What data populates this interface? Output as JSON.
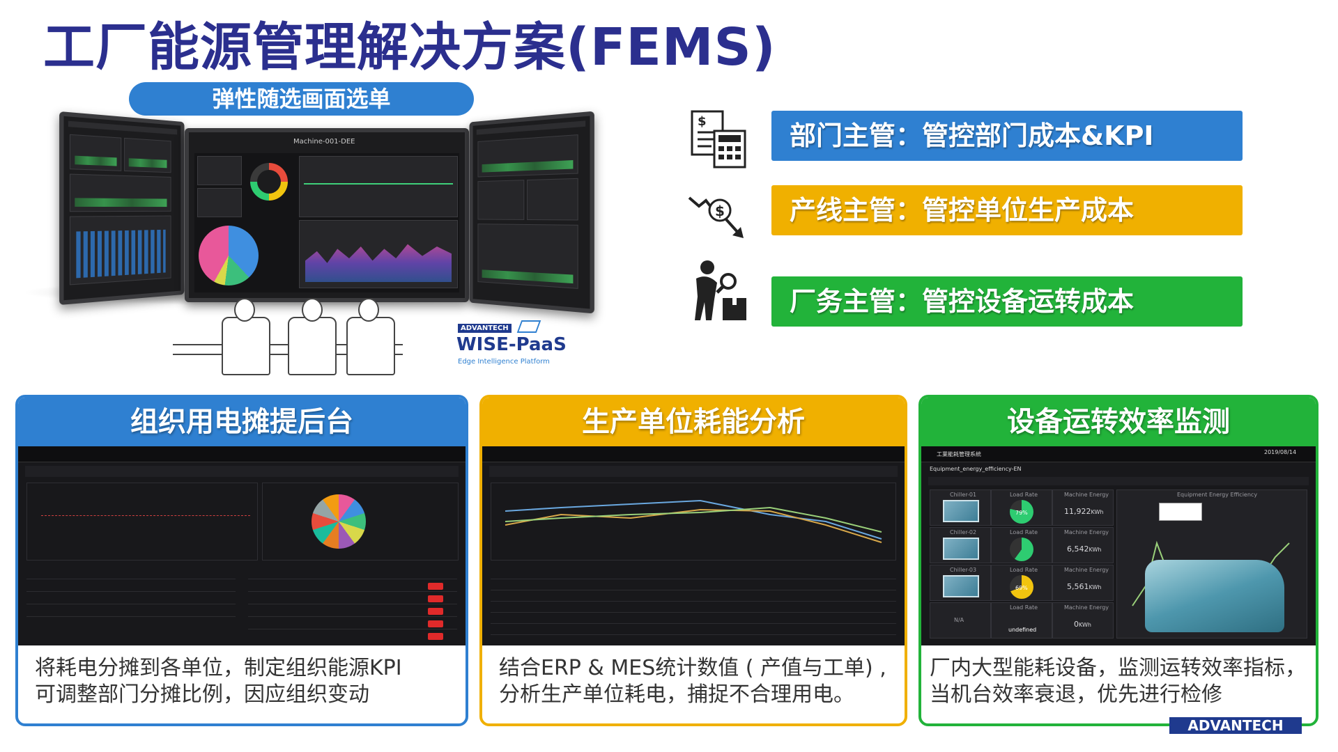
{
  "title": "工厂能源管理解决方案(FEMS)",
  "hero": {
    "pill_label": "弹性随选画面选单",
    "center_monitor_title": "Machine-001-DEE",
    "brand_small": "ADVANTECH",
    "brand_large": "WISE-PaaS",
    "brand_tagline": "Edge Intelligence Platform"
  },
  "roles": [
    {
      "label": "部门主管：管控部门成本&KPI",
      "color": "#2f80d1",
      "icon": "invoice-calculator-icon"
    },
    {
      "label": "产线主管：管控单位生产成本",
      "color": "#f0b000",
      "icon": "cost-down-dollar-icon"
    },
    {
      "label": "厂务主管：管控设备运转成本",
      "color": "#22b33a",
      "icon": "worker-inspect-icon"
    }
  ],
  "panels": [
    {
      "title": "组织用电摊提后台",
      "color": "#2f80d1",
      "desc_lines": [
        "将耗电分摊到各单位，制定组织能源KPI",
        "可调整部门分摊比例，因应组织变动"
      ]
    },
    {
      "title": "生产单位耗能分析",
      "color": "#f0b000",
      "desc_lines": [
        "结合ERP & MES统计数值 ( 产值与工单) ,",
        "分析生产单位耗电，捕捉不合理用电。"
      ]
    },
    {
      "title": "设备运转效率监测",
      "color": "#22b33a",
      "desc_lines": [
        "厂内大型能耗设备，监测运转效率指标，",
        "当机台效率衰退，优先进行检修"
      ]
    }
  ],
  "panel3_shot": {
    "app_name": "工業能耗管理系統",
    "date": "2019/08/14",
    "page_title": "Equipment_energy_efficiency-EN",
    "chart_title": "Equipment Energy Efficiency",
    "rows": [
      {
        "name": "Chiller-01",
        "load_label": "Load Rate",
        "load": "79%",
        "energy_label": "Machine Energy",
        "energy": "11,922",
        "unit": "KWh"
      },
      {
        "name": "Chiller-02",
        "load_label": "Load Rate",
        "load": "",
        "energy_label": "Machine Energy",
        "energy": "6,542",
        "unit": "KWh"
      },
      {
        "name": "Chiller-03",
        "load_label": "Load Rate",
        "load": "69%",
        "energy_label": "Machine Energy",
        "energy": "5,561",
        "unit": "KWh"
      },
      {
        "name": "N/A",
        "load_label": "Load Rate",
        "load": "undefined",
        "energy_label": "Machine Energy",
        "energy": "0",
        "unit": "KWh"
      }
    ]
  },
  "footer_brand": "ADVANTECH"
}
